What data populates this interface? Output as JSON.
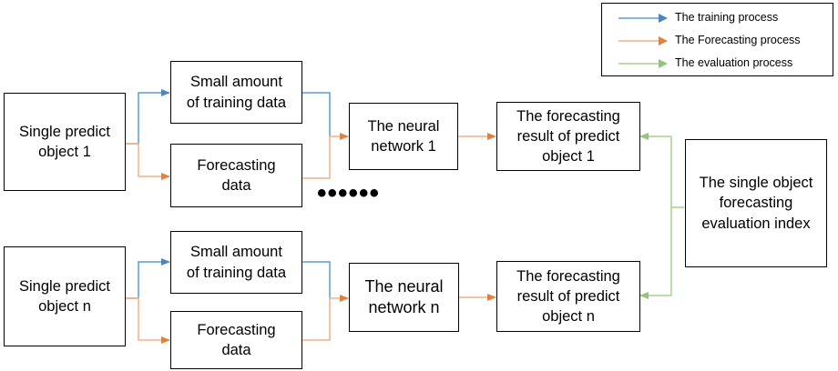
{
  "legend": {
    "training": "The training process",
    "forecasting": "The Forecasting process",
    "evaluation": "The evaluation process"
  },
  "colors": {
    "training": "#5b9bd5",
    "forecasting": "#f4b183",
    "evaluation": "#a9d18e",
    "training_head": "#4a86c6",
    "forecasting_head": "#ed7d31",
    "evaluation_head": "#92c47a"
  },
  "nodes": {
    "single_1": "Single predict\nobject 1",
    "train_1": "Small amount\nof training data",
    "fcdata_1": "Forecasting\ndata",
    "nn_1": "The neural\nnetwork 1",
    "result_1": "The forecasting\nresult of predict\nobject 1",
    "eval": "The single object\nforecasting\nevaluation index",
    "single_n": "Single predict\nobject n",
    "train_n": "Small amount\nof training data",
    "fcdata_n": "Forecasting\ndata",
    "nn_n": "The neural\nnetwork n",
    "result_n": "The forecasting\nresult of predict\nobject n"
  },
  "ellipsis": "••••••"
}
